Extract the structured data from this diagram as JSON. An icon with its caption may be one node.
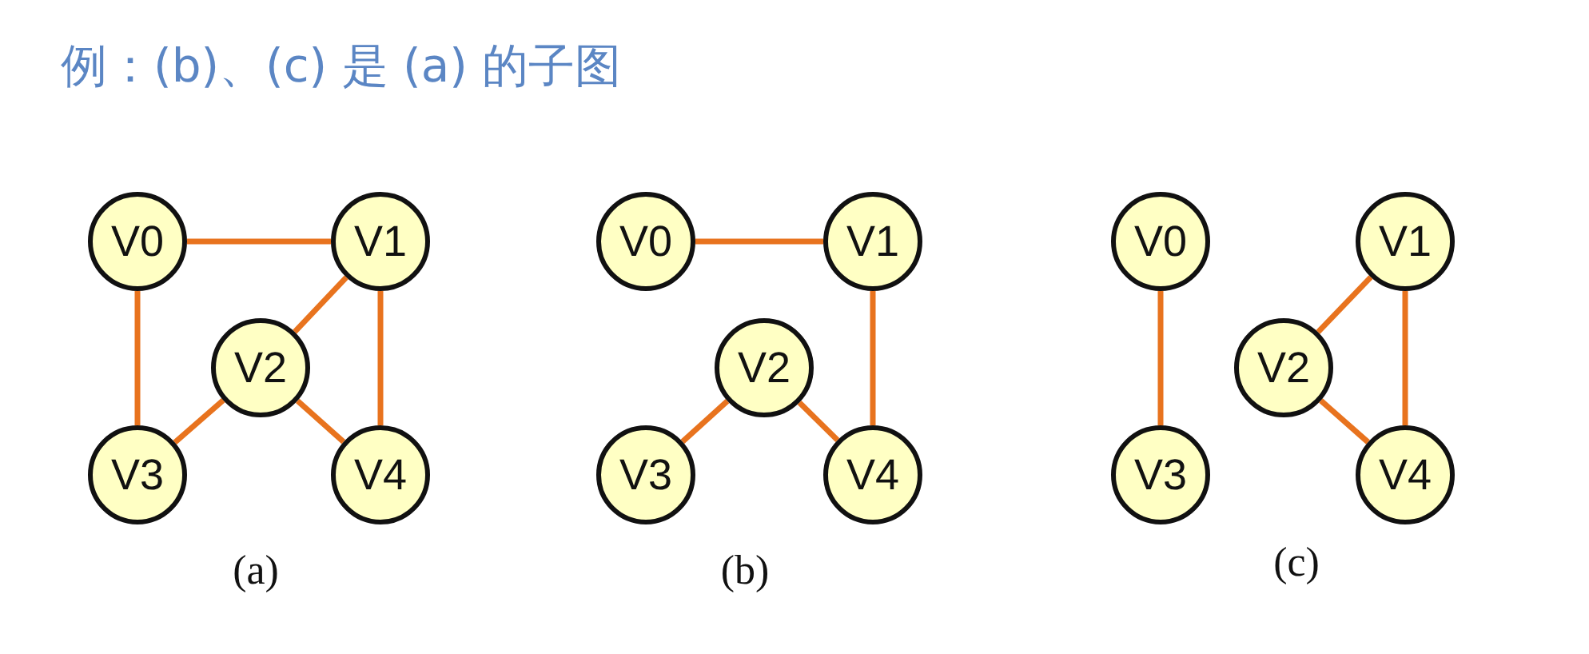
{
  "diagram": {
    "title": "例：(b)、(c) 是 (a) 的子图",
    "nodes": [
      {
        "text": [
          "V0"
        ]
      },
      {
        "text": [
          "V1"
        ]
      },
      {
        "text": [
          "V2"
        ]
      },
      {
        "text": [
          "V3"
        ]
      },
      {
        "text": [
          "V4"
        ]
      },
      {
        "text": [
          "V0"
        ]
      },
      {
        "text": [
          "V1"
        ]
      },
      {
        "text": [
          "V2"
        ]
      },
      {
        "text": [
          "V3"
        ]
      },
      {
        "text": [
          "V4"
        ]
      },
      {
        "text": [
          "V0"
        ]
      },
      {
        "text": [
          "V1"
        ]
      },
      {
        "text": [
          "V2"
        ]
      },
      {
        "text": [
          "V3"
        ]
      },
      {
        "text": [
          "V4"
        ]
      }
    ],
    "edges": [
      {
        "from": 0,
        "to": 1,
        "arrow": "none"
      },
      {
        "from": 0,
        "to": 3,
        "arrow": "none"
      },
      {
        "from": 1,
        "to": 2,
        "arrow": "none"
      },
      {
        "from": 1,
        "to": 4,
        "arrow": "none"
      },
      {
        "from": 2,
        "to": 3,
        "arrow": "none"
      },
      {
        "from": 2,
        "to": 4,
        "arrow": "none"
      },
      {
        "from": 5,
        "to": 6,
        "arrow": "none"
      },
      {
        "from": 6,
        "to": 9,
        "arrow": "none"
      },
      {
        "from": 7,
        "to": 8,
        "arrow": "none"
      },
      {
        "from": 7,
        "to": 9,
        "arrow": "none"
      },
      {
        "from": 10,
        "to": 13,
        "arrow": "none"
      },
      {
        "from": 11,
        "to": 12,
        "arrow": "none"
      },
      {
        "from": 11,
        "to": 14,
        "arrow": "none"
      },
      {
        "from": 12,
        "to": 14,
        "arrow": "none"
      }
    ],
    "labels": [
      "(a)",
      "(b)",
      "(c)"
    ]
  }
}
